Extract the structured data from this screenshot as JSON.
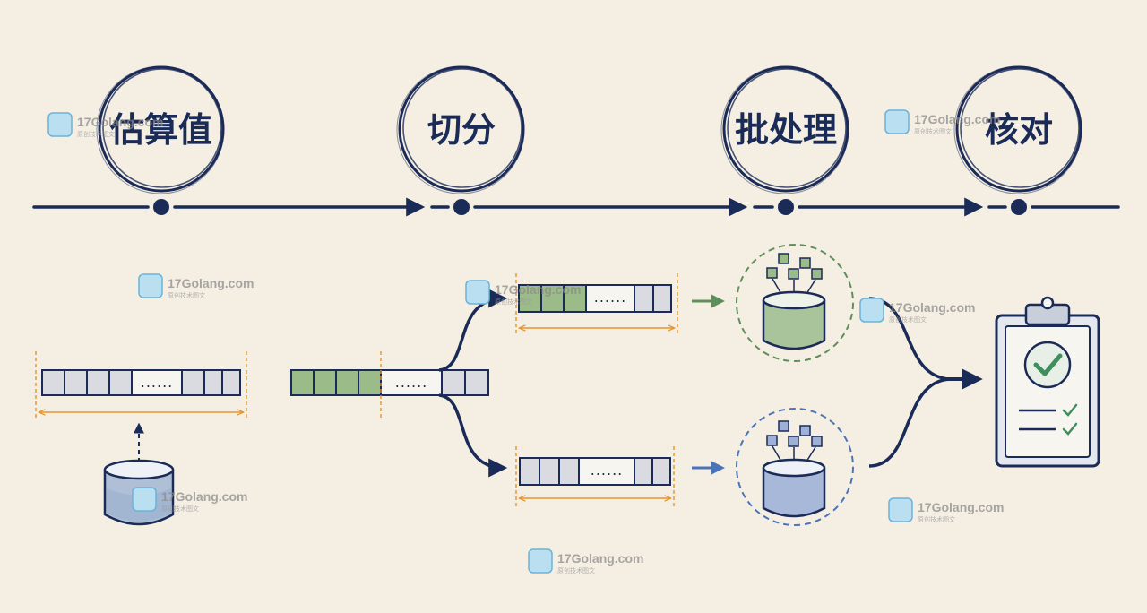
{
  "steps": [
    {
      "label": "估算值"
    },
    {
      "label": "切分"
    },
    {
      "label": "批处理"
    },
    {
      "label": "核对"
    }
  ],
  "ellipsis": "......",
  "watermark": {
    "title": "17Golang.com",
    "subtitle": "原创技术图文"
  },
  "colors": {
    "ink": "#1b2b57",
    "background": "#f5efe3",
    "cell_gray": "#d9dbe0",
    "cell_green": "#9bbb88",
    "cell_blue": "#9fb0d6",
    "measure_orange": "#e3962f",
    "check_green": "#3f8f5e",
    "green_arrow": "#5e8f5a",
    "blue_arrow": "#4b74b8"
  },
  "icons": [
    "database-cylinder-icon",
    "clipboard-check-icon",
    "checkmark-icon"
  ]
}
